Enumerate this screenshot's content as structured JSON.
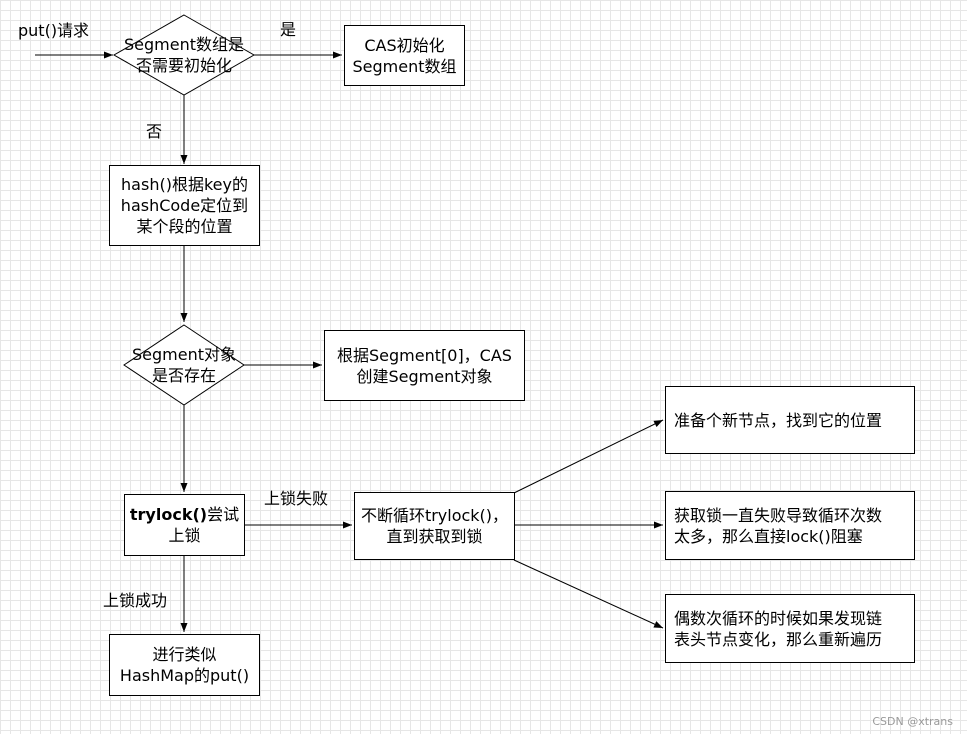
{
  "start_label": "put()请求",
  "nodes": {
    "d_segment_init": {
      "lines": [
        "Segment数组是",
        "否需要初始化"
      ]
    },
    "cas_init": {
      "lines": [
        "CAS初始化",
        "Segment数组"
      ]
    },
    "hash_locate": {
      "lines": [
        "hash()根据key的",
        "hashCode定位到",
        "某个段的位置"
      ]
    },
    "d_segment_exists": {
      "lines": [
        "Segment对象",
        "是否存在"
      ]
    },
    "create_segment": {
      "lines": [
        "根据Segment[0]，CAS",
        "创建Segment对象"
      ]
    },
    "trylock": {
      "bold": "trylock()",
      "rest": "尝试",
      "line2": "上锁"
    },
    "loop_trylock": {
      "lines": [
        "不断循环trylock()，",
        "直到获取到锁"
      ]
    },
    "put_like": {
      "lines": [
        "进行类似",
        "HashMap的put()"
      ]
    },
    "prepare_node": {
      "lines": [
        "准备个新节点，找到它的位置"
      ]
    },
    "too_many_loops": {
      "lines": [
        "获取锁一直失败导致循环次数",
        "太多，那么直接lock()阻塞"
      ]
    },
    "odd_loop": {
      "lines": [
        "偶数次循环的时候如果发现链",
        "表头节点变化，那么重新遍历"
      ]
    }
  },
  "edge_labels": {
    "yes": "是",
    "no": "否",
    "lock_fail": "上锁失败",
    "lock_success": "上锁成功"
  },
  "watermark": "CSDN @xtrans"
}
